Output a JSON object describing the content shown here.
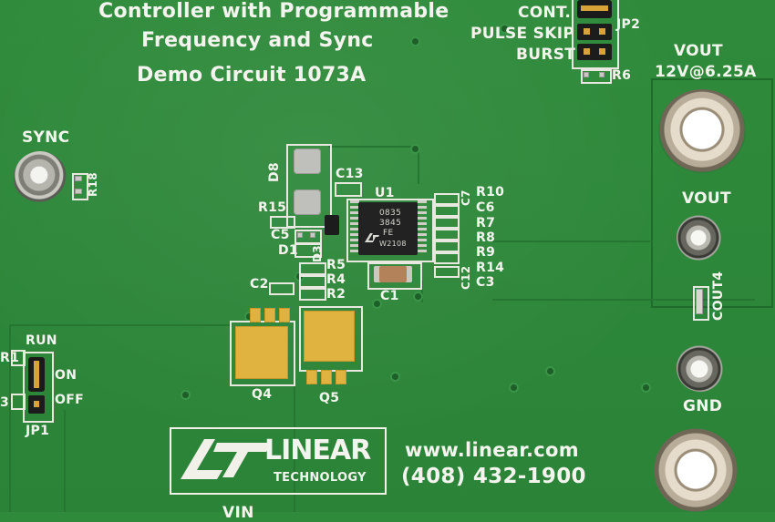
{
  "title": {
    "line1": "Controller with Programmable",
    "line2": "Frequency and Sync",
    "line3": "Demo Circuit 1073A"
  },
  "jumper_jp2": {
    "labels": [
      "CONT.",
      "PULSE SKIP",
      "BURST"
    ],
    "name": "JP2",
    "resistor": "R6"
  },
  "outputs": {
    "vout_top": "VOUT",
    "vout_rating": "12V@6.25A",
    "vout_turret": "VOUT",
    "cout": "COUT4",
    "gnd": "GND"
  },
  "sync": {
    "label": "SYNC",
    "resistor": "R18"
  },
  "components": {
    "u1": "U1",
    "d8": "D8",
    "c13": "C13",
    "r15": "R15",
    "c5": "C5",
    "d1": "D1",
    "d3": "D3",
    "r5": "R5",
    "r4": "R4",
    "r2": "R2",
    "c2": "C2",
    "c1": "C1",
    "r10": "R10",
    "c7": "C7",
    "c6": "C6",
    "r7": "R7",
    "r8": "R8",
    "r9": "R9",
    "r14": "R14",
    "c12": "C12",
    "c3": "C3",
    "q4": "Q4",
    "q5": "Q5"
  },
  "chip_marking": {
    "line1": "0835",
    "line2": "3845",
    "line3": "FE",
    "line4": "W2108"
  },
  "jumper_jp1": {
    "run": "RUN",
    "on": "ON",
    "off": "OFF",
    "name": "JP1",
    "r1": "R1",
    "r3": "3"
  },
  "logo": {
    "brand": "LINEAR",
    "tagline": "TECHNOLOGY"
  },
  "contact": {
    "url": "www.linear.com",
    "phone": "(408) 432-1900"
  },
  "bottom_partial": "VIN",
  "colors": {
    "board": "#2f8a3b",
    "silkscreen": "#f4f4ee",
    "gold_pad": "#e0b340",
    "copper_trace": "#257630"
  }
}
